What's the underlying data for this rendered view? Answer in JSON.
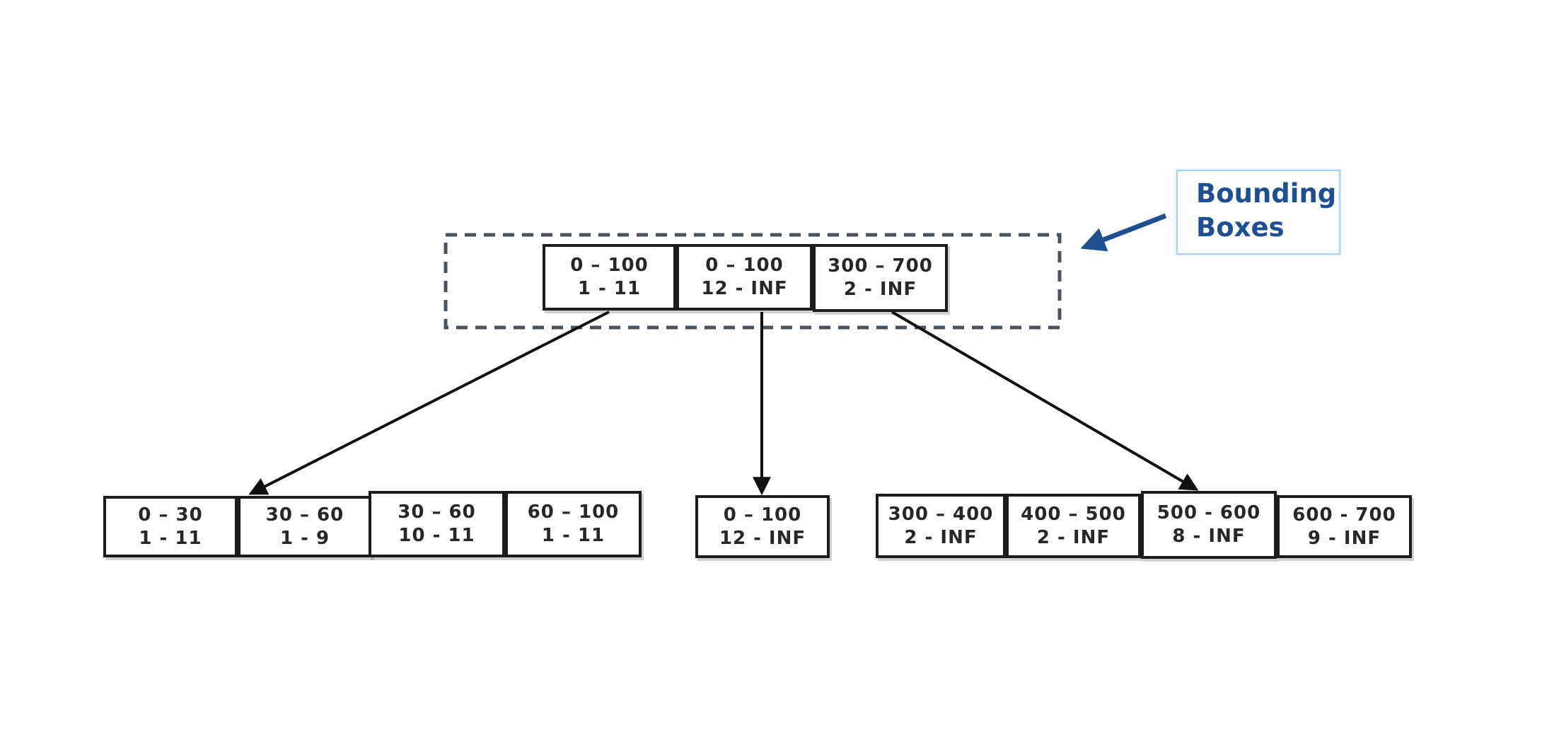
{
  "diagram": {
    "title": "bounding-box-tree",
    "annotation": {
      "line1": "Bounding",
      "line2": "Boxes"
    },
    "colors": {
      "box_border": "#1c1c1c",
      "box_text": "#272727",
      "dashed_container_border": "#4a545e",
      "accent_blue": "#1e4f90",
      "callout_border": "#a5cff3",
      "background": "#ffffff"
    },
    "tree": {
      "root_nodes": [
        {
          "range": "0 – 100",
          "ids": "1 - 11"
        },
        {
          "range": "0 – 100",
          "ids": "12 - INF"
        },
        {
          "range": "300 – 700",
          "ids": "2 - INF"
        }
      ],
      "leaf_groups": {
        "left": [
          {
            "range": "0 – 30",
            "ids": "1 - 11"
          },
          {
            "range": "30 – 60",
            "ids": "1 - 9"
          },
          {
            "range": "30 – 60",
            "ids": "10 - 11"
          },
          {
            "range": "60 – 100",
            "ids": "1 - 11"
          }
        ],
        "middle": [
          {
            "range": "0 – 100",
            "ids": "12 - INF"
          }
        ],
        "right": [
          {
            "range": "300 – 400",
            "ids": "2 - INF"
          },
          {
            "range": "400 – 500",
            "ids": "2 - INF"
          },
          {
            "range": "500 - 600",
            "ids": "8 - INF"
          },
          {
            "range": "600 - 700",
            "ids": "9 - INF"
          }
        ]
      }
    }
  }
}
